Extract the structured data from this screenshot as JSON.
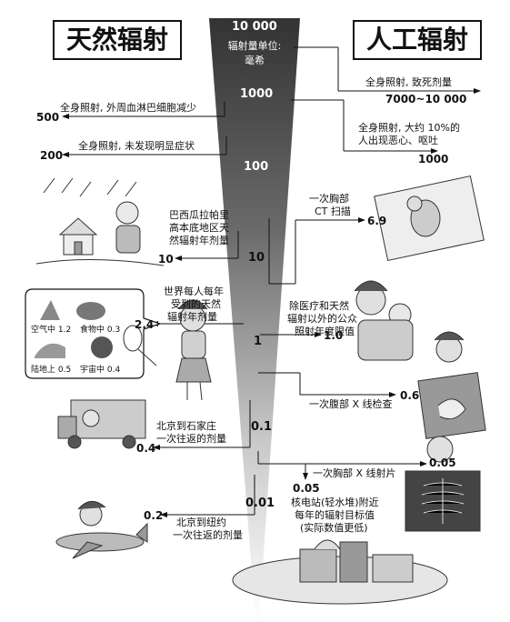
{
  "titles": {
    "natural": "天然辐射",
    "artificial": "人工辐射"
  },
  "unit_label_1": "辐射量单位:",
  "unit_label_2": "毫希",
  "scale_ticks": [
    "10 000",
    "1000",
    "100",
    "10",
    "1",
    "0.1",
    "0.01"
  ],
  "left_items": [
    {
      "value": "500",
      "label": "全身照射, 外周血淋巴细胞减少"
    },
    {
      "value": "200",
      "label": "全身照射, 未发现明显症状"
    },
    {
      "value": "10",
      "label_lines": [
        "巴西瓜拉帕里",
        "高本底地区天",
        "然辐射年剂量"
      ]
    },
    {
      "value": "2.4",
      "label_lines": [
        "世界每人每年",
        "受到的天然",
        "辐射年剂量"
      ]
    },
    {
      "value": "0.4",
      "label_lines": [
        "北京到石家庄",
        "一次往返的剂量"
      ]
    },
    {
      "value": "0.2",
      "label_lines": [
        "北京到纽约",
        "一次往返的剂量"
      ]
    }
  ],
  "right_items": [
    {
      "value": "7000~10 000",
      "label": "全身照射, 致死剂量"
    },
    {
      "value": "1000",
      "label_lines": [
        "全身照射, 大约 10%的",
        "人出现恶心、呕吐"
      ]
    },
    {
      "value": "6.9",
      "label_lines": [
        "一次胸部",
        "CT 扫描"
      ]
    },
    {
      "value": "1.0",
      "label_lines": [
        "除医疗和天然",
        "辐射以外的公众",
        "照射年度限值"
      ]
    },
    {
      "value": "0.6",
      "label": "一次腹部 X 线检查"
    },
    {
      "value": "0.05",
      "label": "一次胸部 X 线射片"
    },
    {
      "value": "0.05",
      "label_lines": [
        "核电站(轻水堆)附近",
        "每年的辐射目标值",
        "(实际数值更低)"
      ]
    }
  ],
  "natural_sources": [
    {
      "label": "空气中",
      "value": "1.2"
    },
    {
      "label": "食物中",
      "value": "0.3"
    },
    {
      "label": "陆地上",
      "value": "0.5"
    },
    {
      "label": "宇宙中",
      "value": "0.4"
    }
  ],
  "colors": {
    "cone_top": "#3a3a3a",
    "cone_bottom": "#ffffff",
    "line": "#111111"
  }
}
